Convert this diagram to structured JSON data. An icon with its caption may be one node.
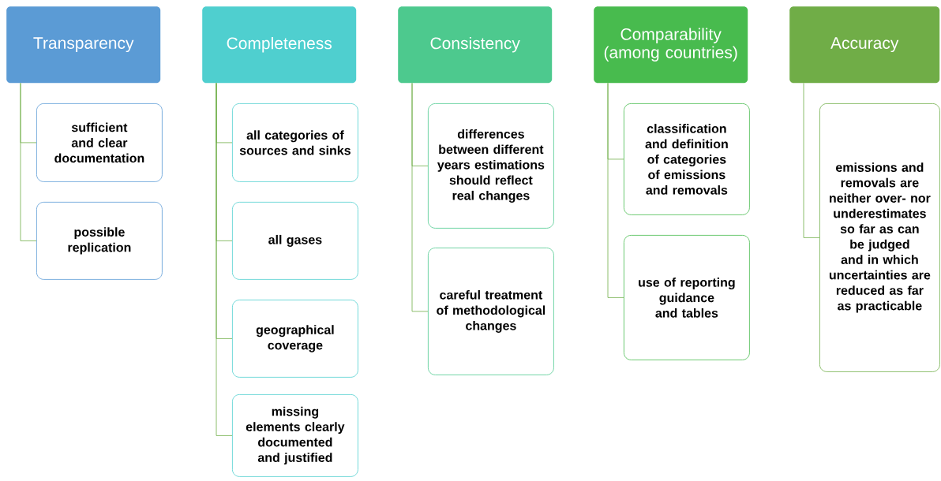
{
  "diagram": {
    "nodes": [
      {
        "text": [
          "Transparency"
        ]
      },
      {
        "text": [
          "sufficient and clear documentation"
        ]
      },
      {
        "text": [
          "possible replication"
        ]
      },
      {
        "text": [
          "Completeness"
        ]
      },
      {
        "text": [
          "all categories of sources and sinks"
        ]
      },
      {
        "text": [
          "all gases"
        ]
      },
      {
        "text": [
          "geographical coverage"
        ]
      },
      {
        "text": [
          "missing elements clearly documented and justified"
        ]
      },
      {
        "text": [
          "Consistency"
        ]
      },
      {
        "text": [
          "differences between different years estimations should reflect real changes"
        ]
      },
      {
        "text": [
          "careful treatment of methodological changes"
        ]
      },
      {
        "text": [
          "Comparability (among countries)"
        ]
      },
      {
        "text": [
          "classification and definition of categories of emissions and removals"
        ]
      },
      {
        "text": [
          "use of reporting guidance and tables"
        ]
      },
      {
        "text": [
          "Accuracy"
        ]
      },
      {
        "text": [
          "emissions and removals are neither over- nor underestimates so far as can be judged and in which uncertainties are reduced as far as practicable"
        ]
      }
    ],
    "edges": [
      {
        "from": 0,
        "to": 1,
        "arrow": "none",
        "color": "#70ad47"
      },
      {
        "from": 0,
        "to": 2,
        "arrow": "none",
        "color": "#70ad47"
      },
      {
        "from": 3,
        "to": 4,
        "arrow": "none",
        "color": "#70ad47"
      },
      {
        "from": 3,
        "to": 5,
        "arrow": "none",
        "color": "#70ad47"
      },
      {
        "from": 3,
        "to": 6,
        "arrow": "none",
        "color": "#70ad47"
      },
      {
        "from": 3,
        "to": 7,
        "arrow": "none",
        "color": "#70ad47"
      },
      {
        "from": 8,
        "to": 9,
        "arrow": "none",
        "color": "#70ad47"
      },
      {
        "from": 8,
        "to": 10,
        "arrow": "none",
        "color": "#70ad47"
      },
      {
        "from": 11,
        "to": 12,
        "arrow": "none",
        "color": "#70ad47"
      },
      {
        "from": 11,
        "to": 13,
        "arrow": "none",
        "color": "#70ad47"
      },
      {
        "from": 14,
        "to": 15,
        "arrow": "none",
        "color": "#70ad47"
      }
    ]
  }
}
